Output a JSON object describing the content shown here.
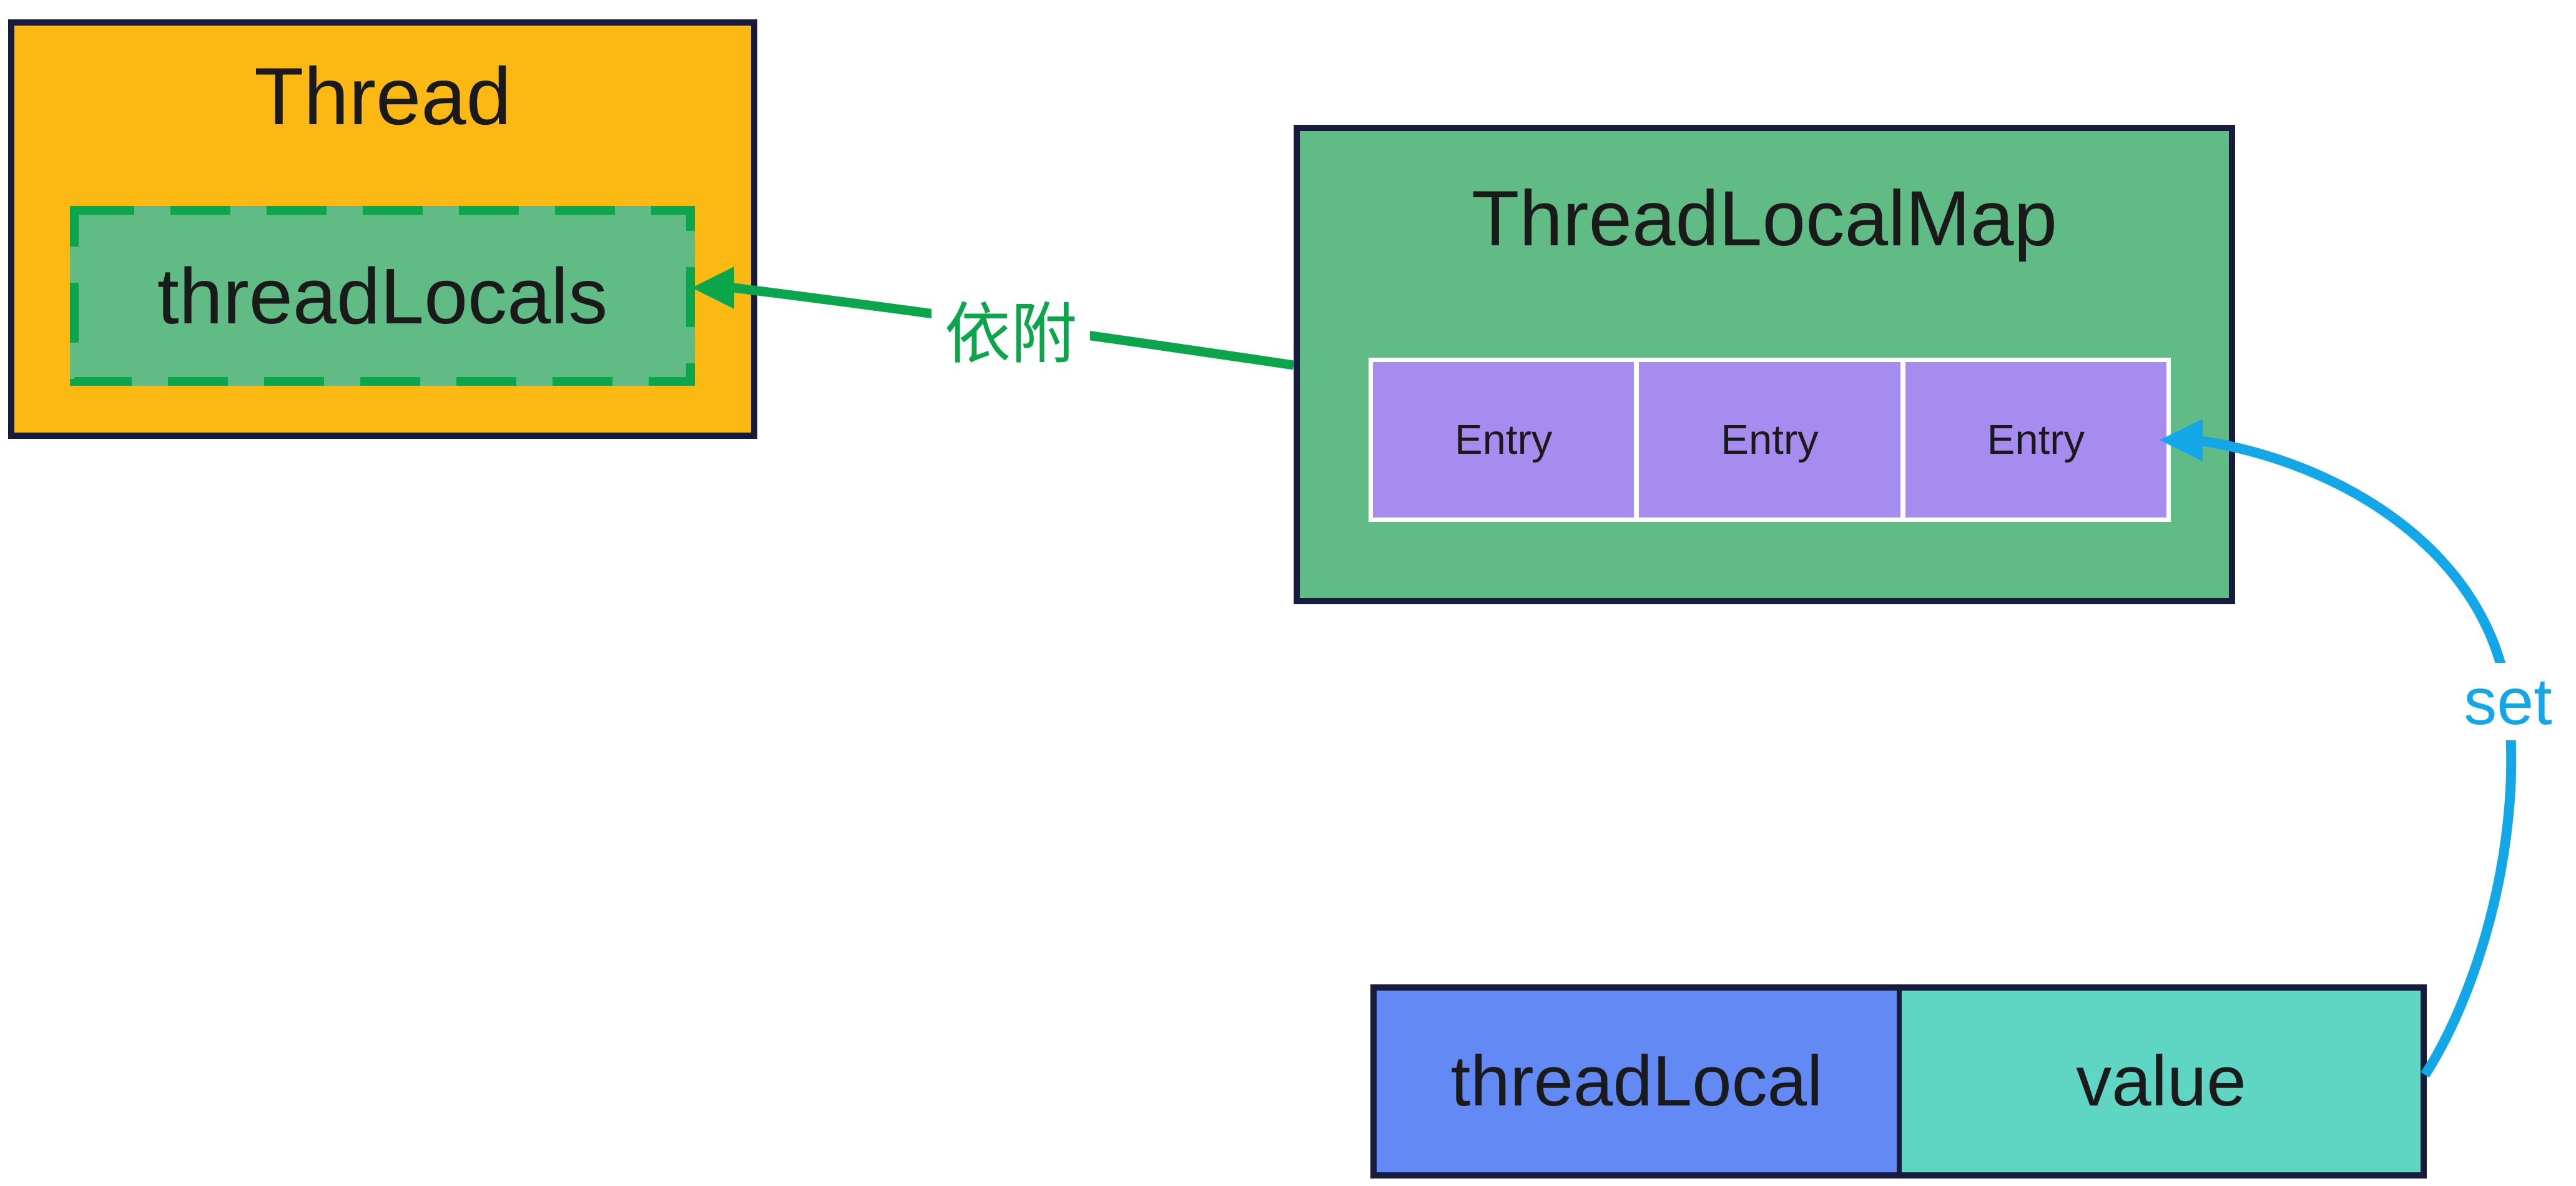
{
  "diagram": {
    "thread": {
      "title": "Thread",
      "field": "threadLocals"
    },
    "map": {
      "title": "ThreadLocalMap",
      "entries": [
        "Entry",
        "Entry",
        "Entry"
      ]
    },
    "pair": {
      "key": "threadLocal",
      "value": "value"
    },
    "arrows": {
      "attach": {
        "label": "依附",
        "from": "ThreadLocalMap",
        "to": "threadLocals",
        "color": "#0ba64b"
      },
      "set": {
        "label": "set",
        "from": "threadLocal/value",
        "to": "Entry",
        "color": "#14a7e8"
      }
    },
    "colors": {
      "thread_fill": "#fcb913",
      "map_fill": "#61bb84",
      "field_fill": "#61bb84",
      "entry_fill": "#a78cef",
      "key_fill": "#6289f4",
      "value_fill": "#5fd6c4",
      "border": "#171c3e",
      "dashed_border": "#0ba64b",
      "attach_arrow": "#0ba64b",
      "set_arrow": "#14a7e8",
      "text": "#1a1a1a",
      "background": "#ffffff"
    }
  }
}
